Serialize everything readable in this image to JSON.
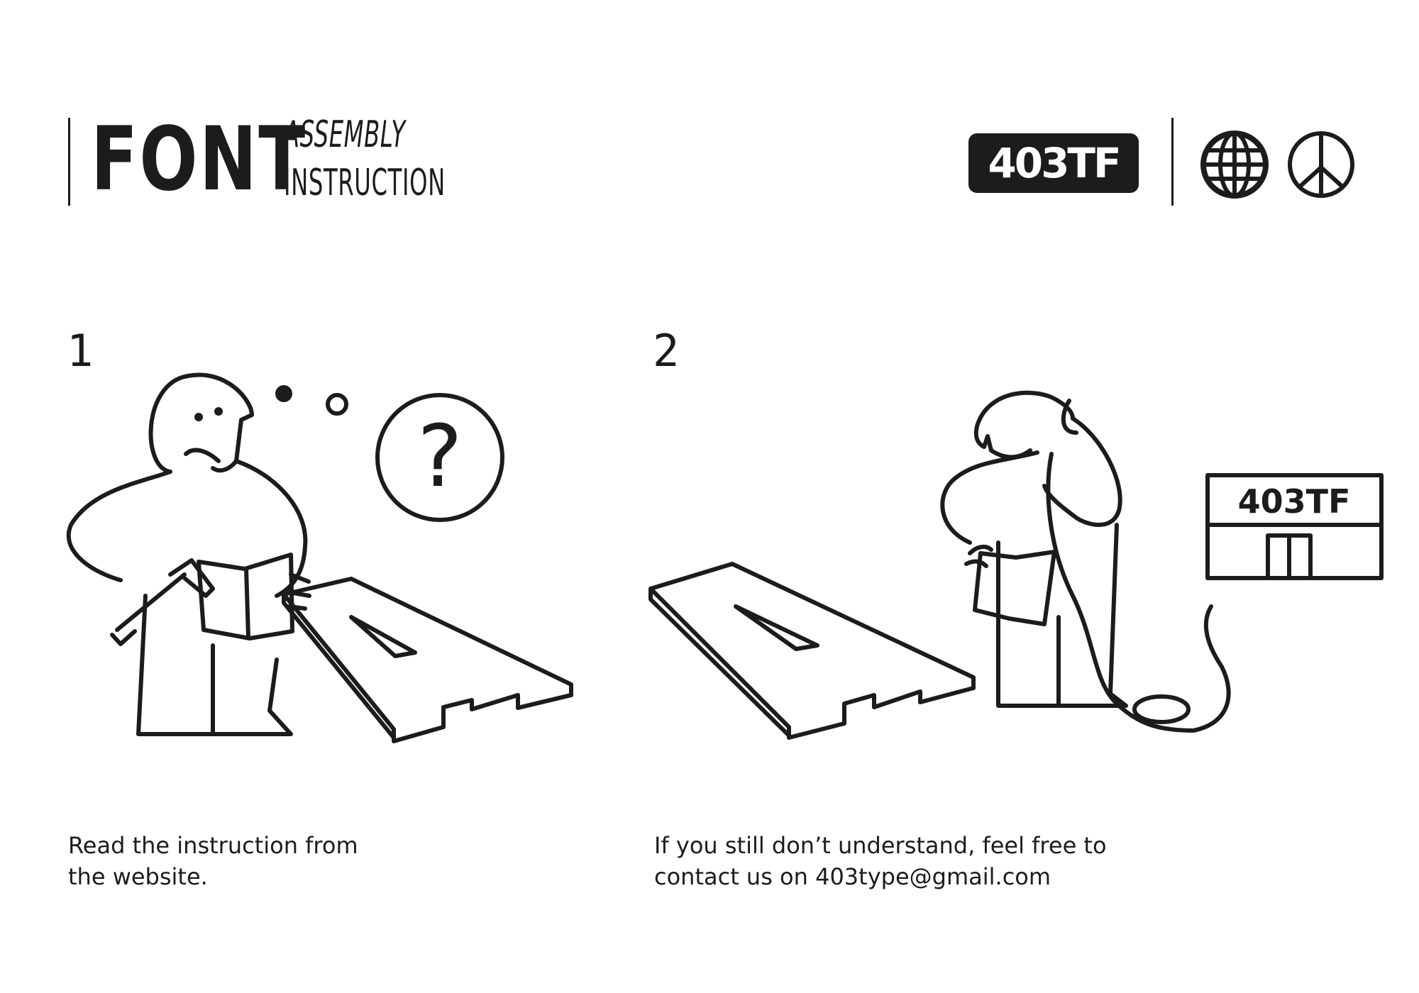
{
  "header": {
    "title_main": "FONT",
    "title_sub_line1": "ASSEMBLY",
    "title_sub_line2": "INSTRUCTION",
    "brand_badge": "403TF",
    "icons": [
      "globe-icon",
      "peace-icon"
    ]
  },
  "steps": [
    {
      "number": "1",
      "caption": "Read the instruction from\nthe website.",
      "question_mark": "?"
    },
    {
      "number": "2",
      "caption": "If you still don’t understand, feel free to\ncontact us on 403type@gmail.com",
      "store_sign": "403TF"
    }
  ],
  "colors": {
    "ink": "#1c1c1c",
    "background": "#ffffff"
  }
}
